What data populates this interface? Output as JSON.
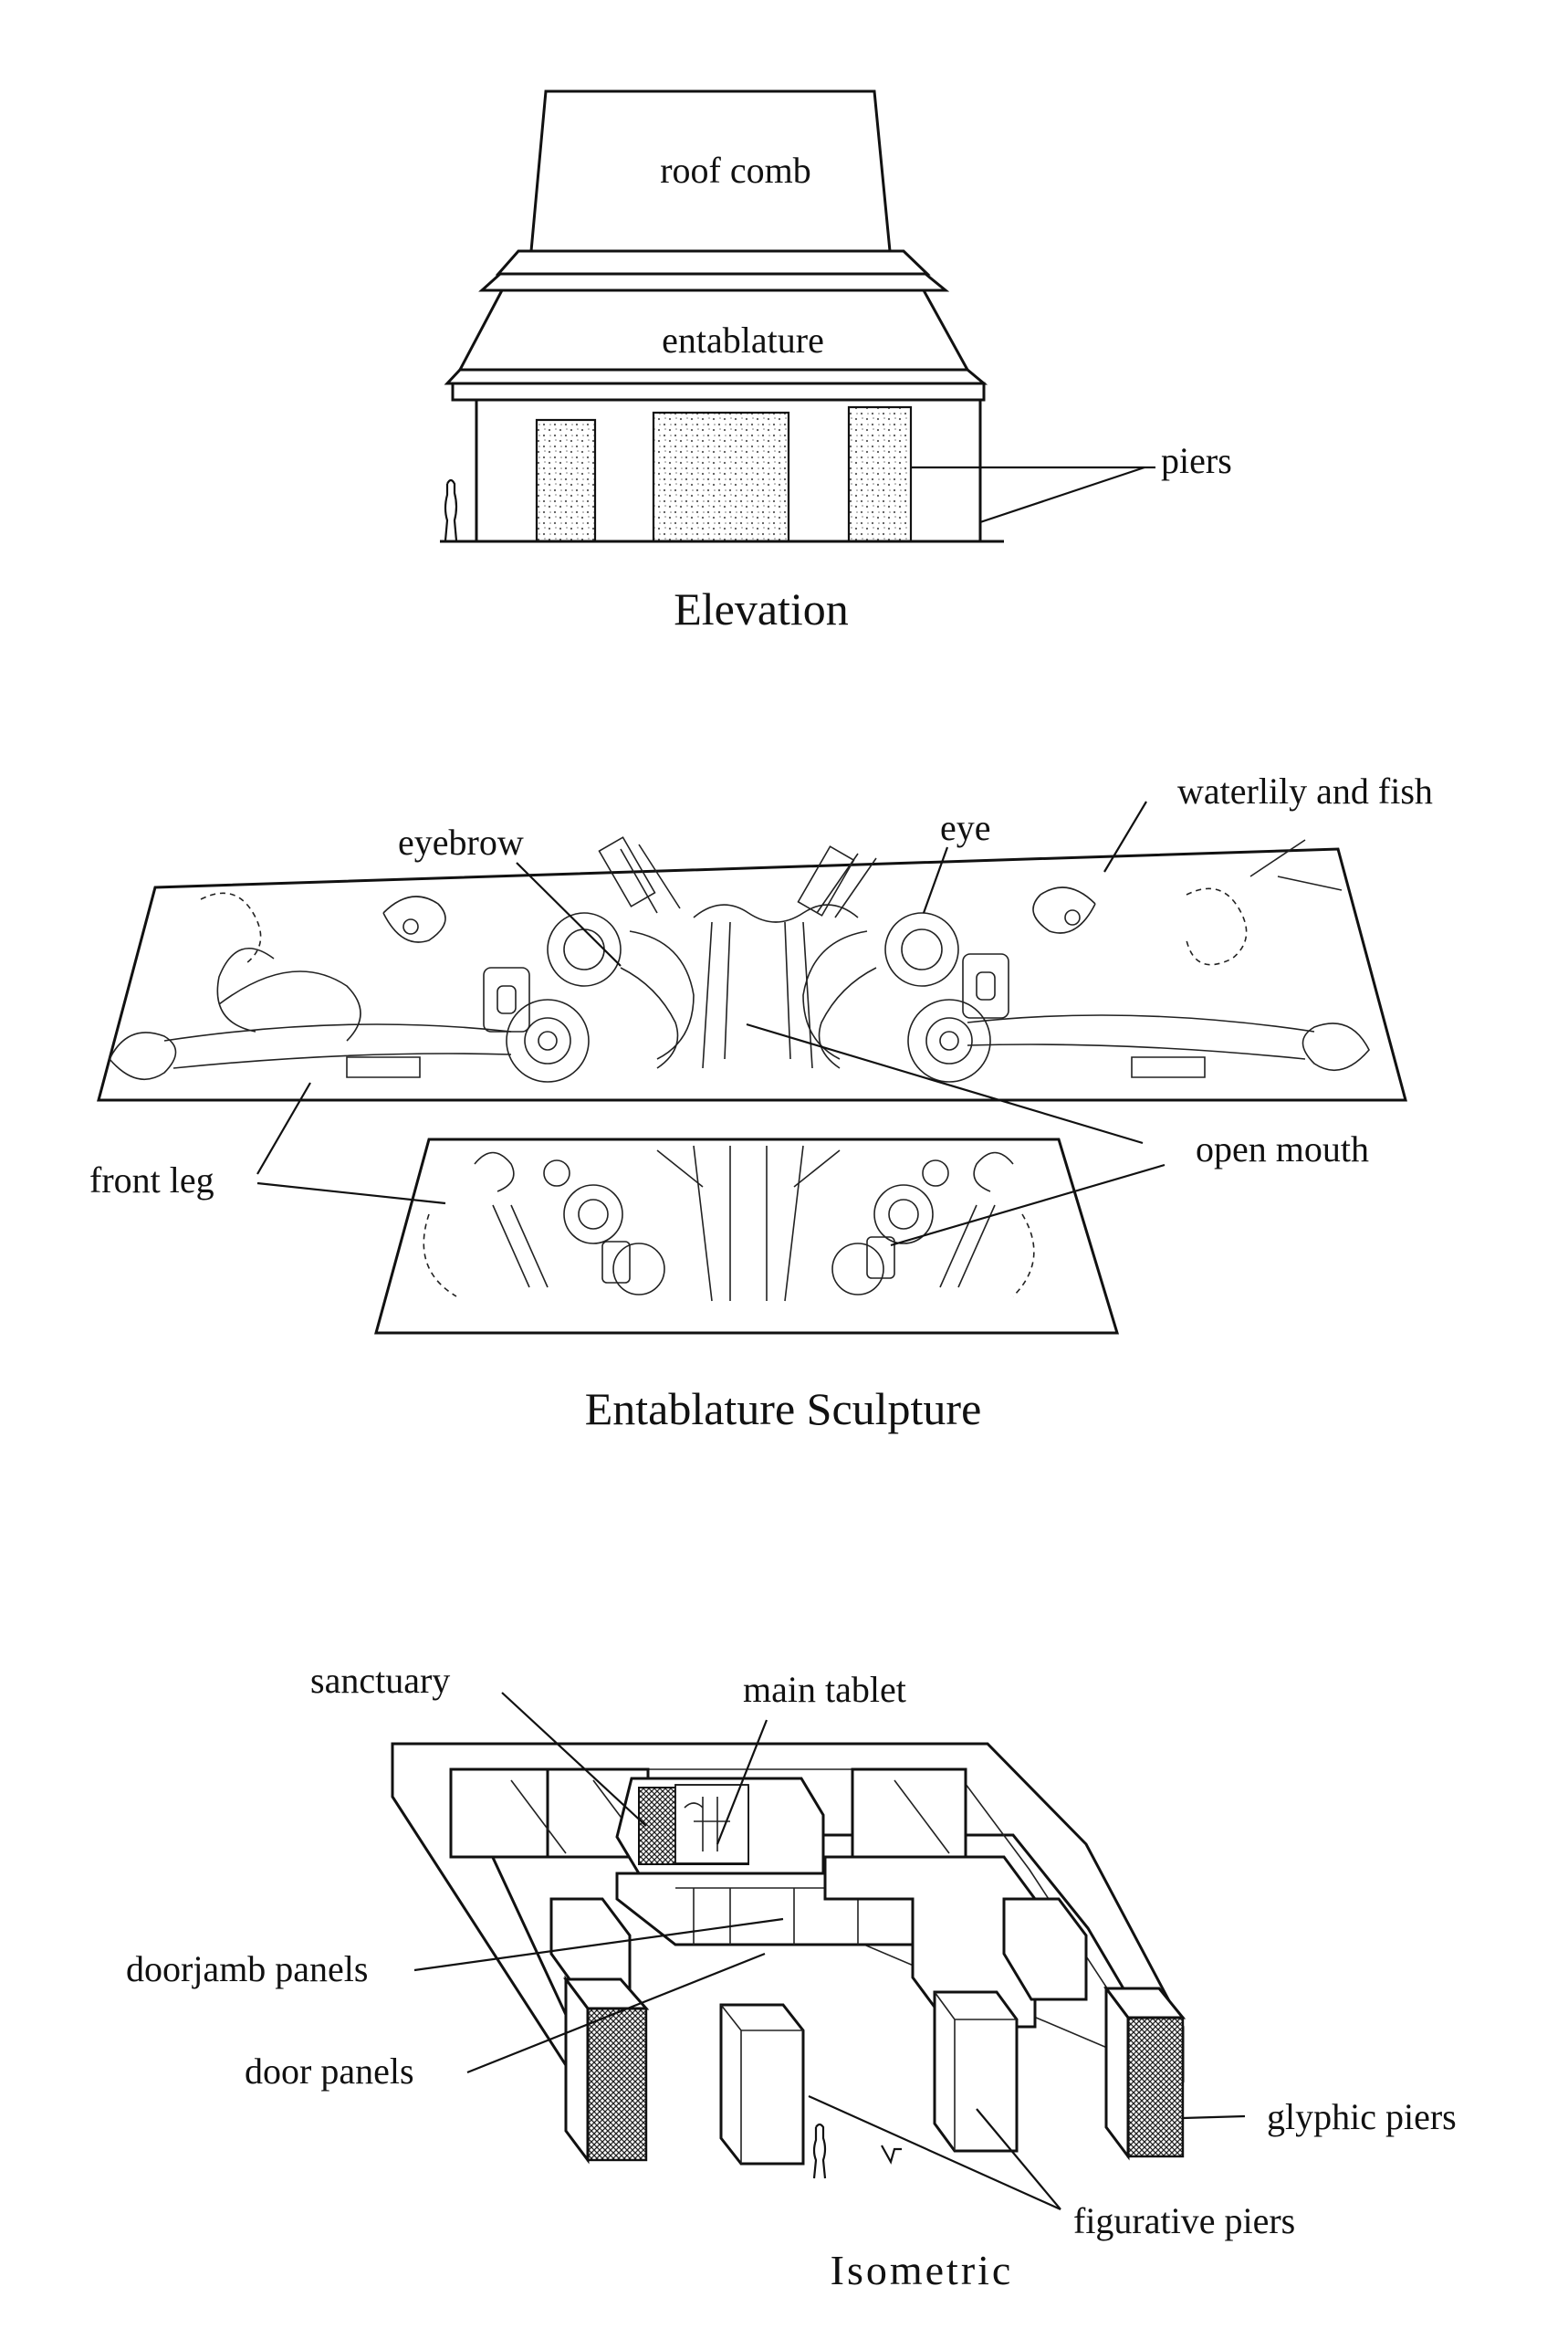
{
  "elevation": {
    "roof_comb": "roof comb",
    "entablature": "entablature",
    "piers": "piers",
    "caption": "Elevation"
  },
  "sculpture": {
    "eyebrow": "eyebrow",
    "eye": "eye",
    "waterlily": "waterlily and fish",
    "front_leg": "front leg",
    "open_mouth": "open mouth",
    "caption": "Entablature Sculpture"
  },
  "isometric": {
    "sanctuary": "sanctuary",
    "main_tablet": "main tablet",
    "doorjamb_panels": "doorjamb panels",
    "door_panels": "door panels",
    "glyphic_piers": "glyphic piers",
    "figurative_piers": "figurative piers",
    "caption": "Isometric"
  }
}
